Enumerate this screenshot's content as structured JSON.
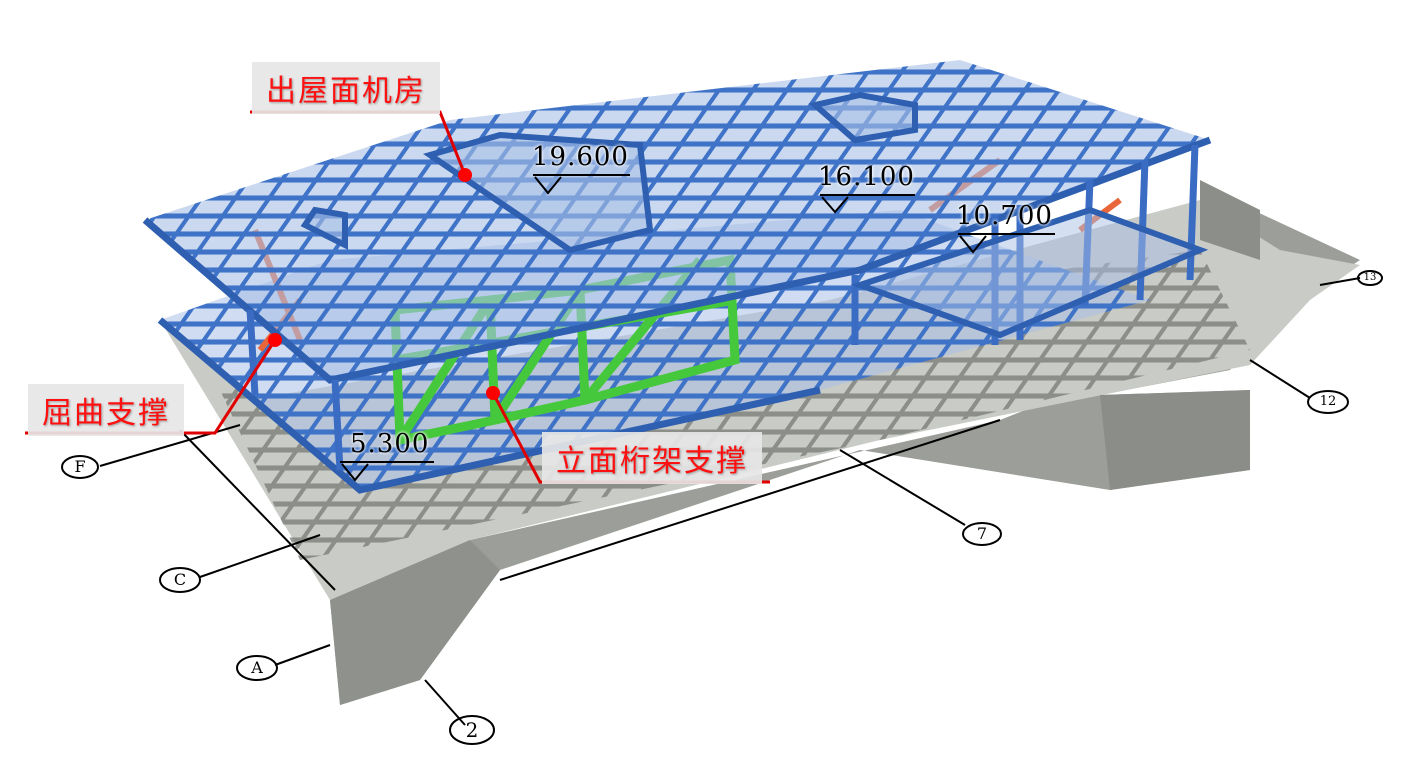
{
  "callouts": {
    "roof_machine_room": "出屋面机房",
    "buckling_brace": "屈曲支撑",
    "facade_truss_brace": "立面桁架支撑"
  },
  "elevations": {
    "e1": "19.600",
    "e2": "16.100",
    "e3": "10.700",
    "e4": "5.300"
  },
  "grid_axes": {
    "f": "F",
    "c": "C",
    "a": "A",
    "two": "2",
    "seven": "7",
    "twelve": "12",
    "top_right": "13"
  },
  "colors": {
    "steel_frame": "#3f73c8",
    "truss_brace": "#46c83c",
    "buckling_brace": "#e8663a",
    "concrete": "#a8aaa5",
    "callout_text": "#ff1010",
    "leader_line": "#e00000"
  }
}
